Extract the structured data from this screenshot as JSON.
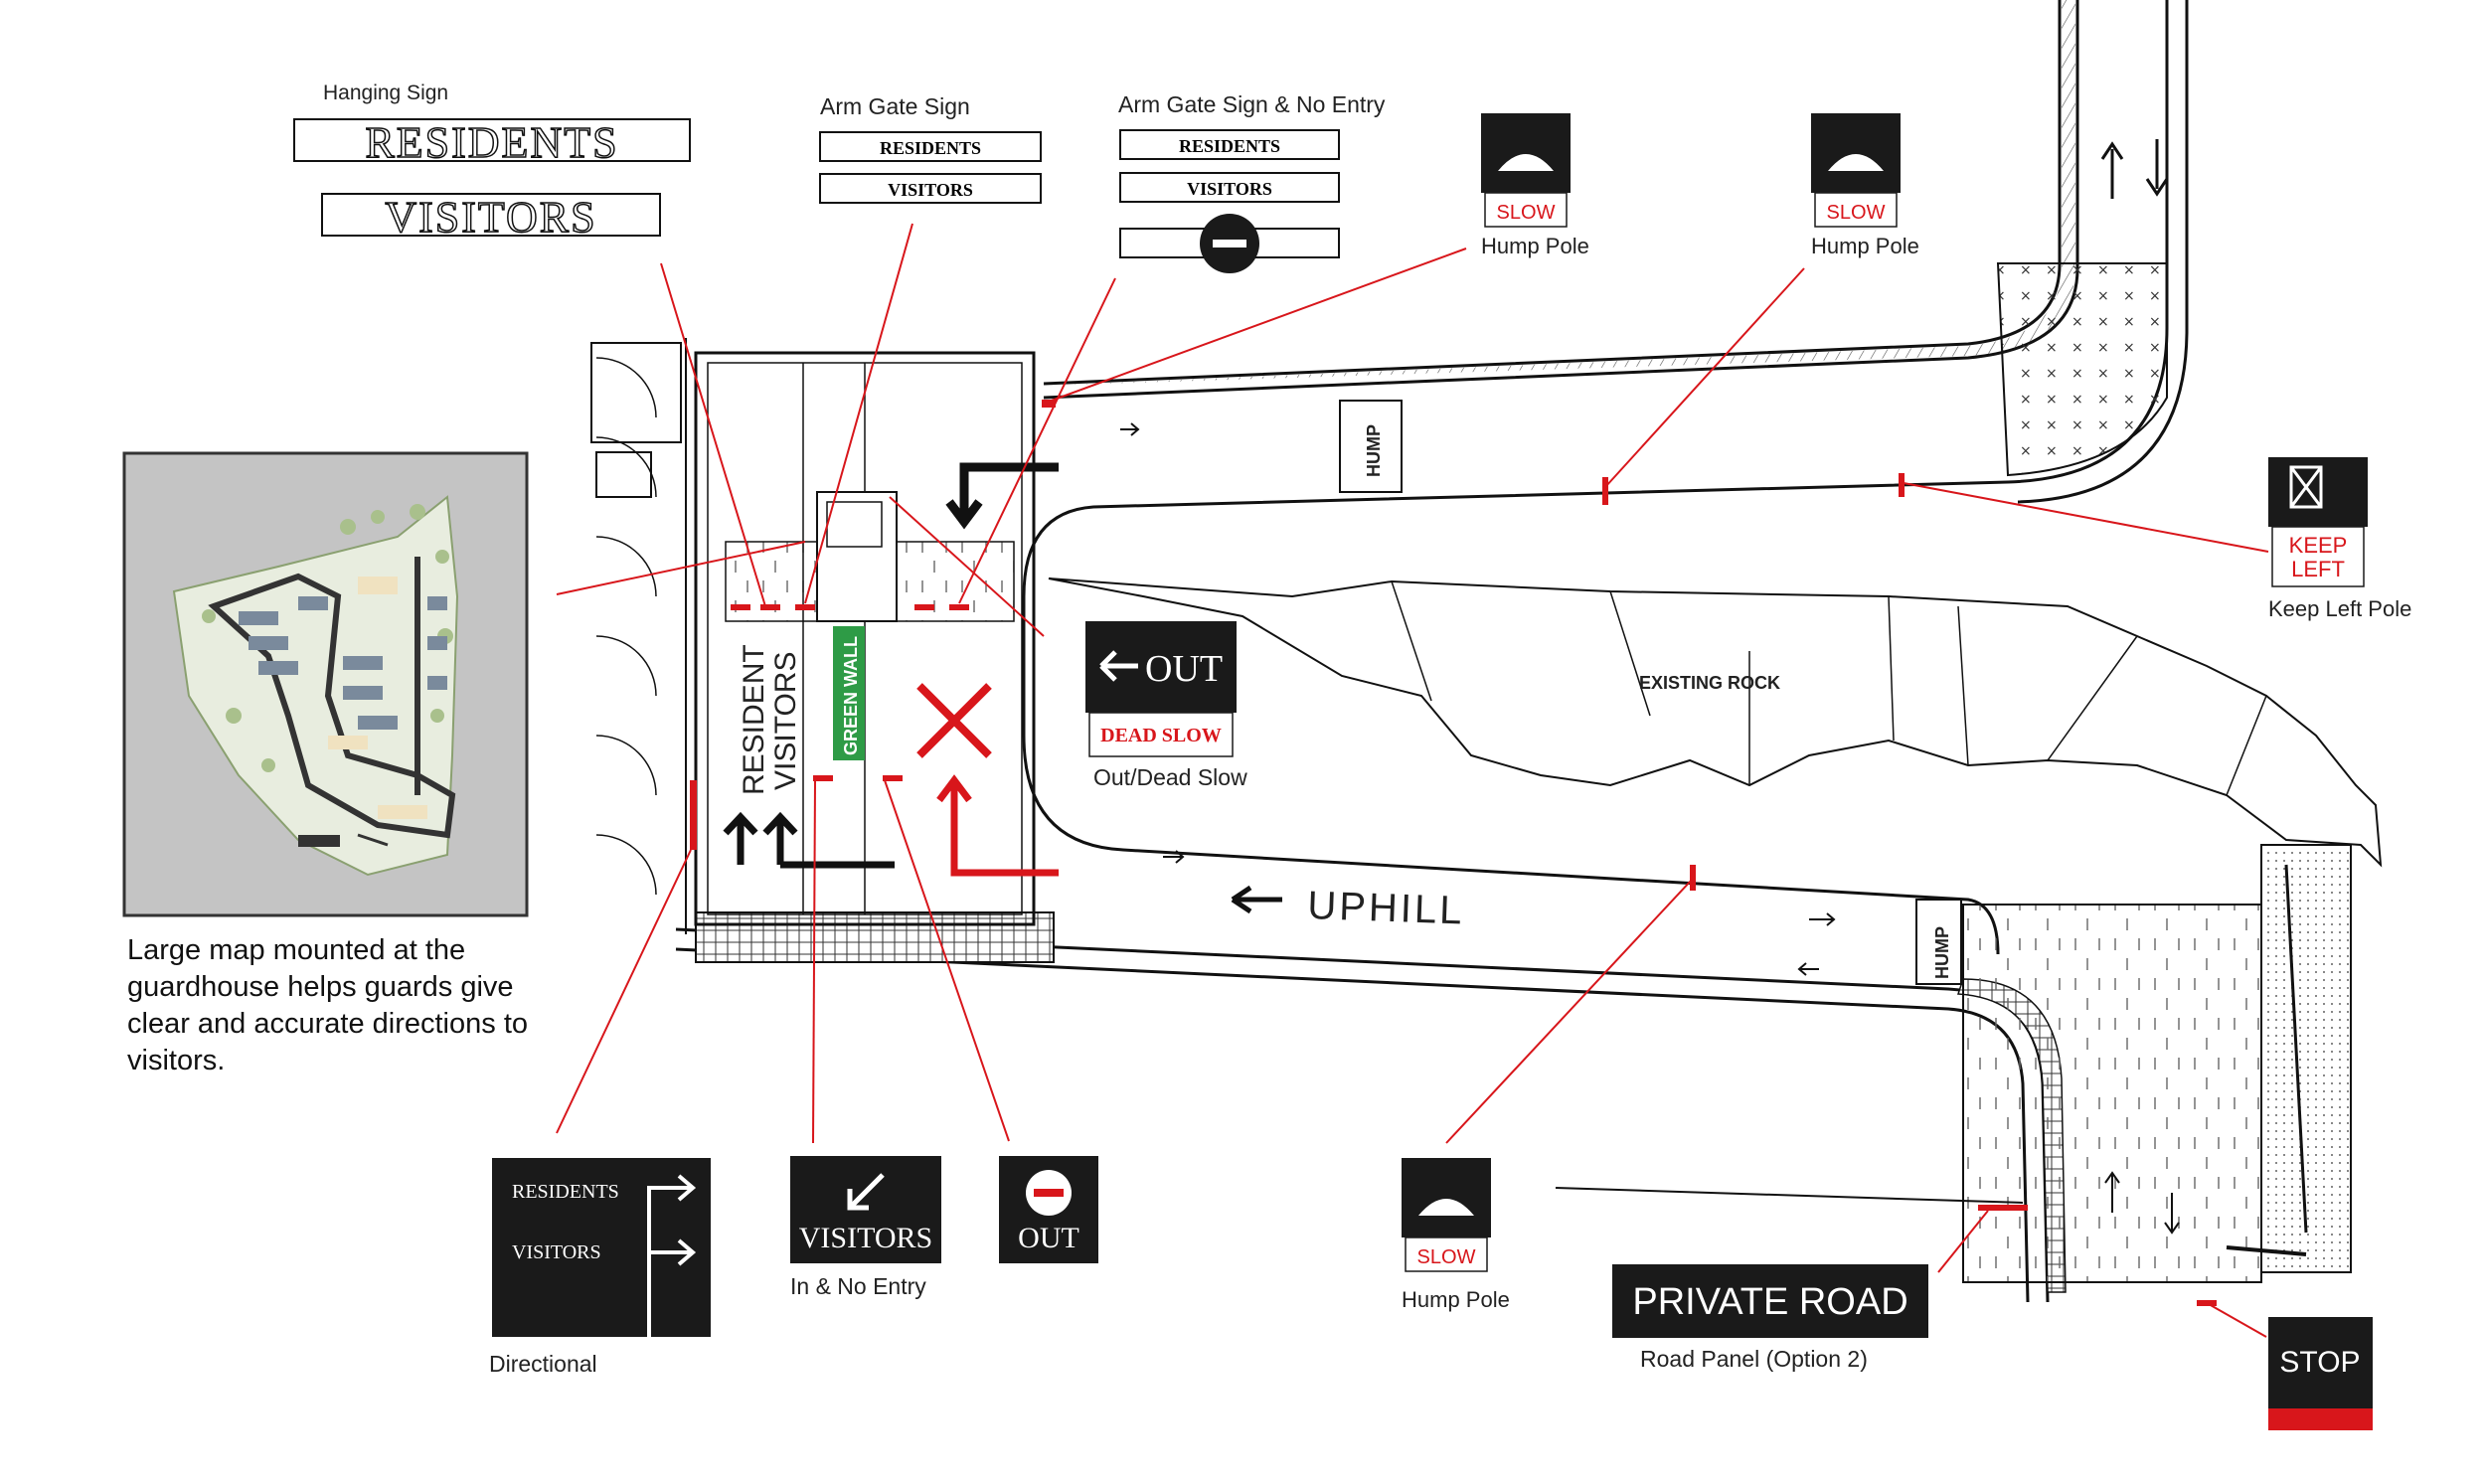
{
  "signs": {
    "hanging": {
      "caption": "Hanging Sign",
      "line1": "RESIDENTS",
      "line2": "VISITORS"
    },
    "arm_gate": {
      "caption": "Arm Gate Sign",
      "line1": "RESIDENTS",
      "line2": "VISITORS"
    },
    "arm_gate_no_entry": {
      "caption": "Arm Gate Sign & No Entry",
      "line1": "RESIDENTS",
      "line2": "VISITORS"
    },
    "hump_pole_1": {
      "word": "SLOW",
      "caption": "Hump Pole"
    },
    "hump_pole_2": {
      "word": "SLOW",
      "caption": "Hump Pole"
    },
    "hump_pole_3": {
      "word": "SLOW",
      "caption": "Hump Pole"
    },
    "keep_left": {
      "word": "KEEP\nLEFT",
      "line1": "KEEP",
      "line2": "LEFT",
      "caption": "Keep Left Pole"
    },
    "out_dead_slow": {
      "main": "OUT",
      "sub": "DEAD SLOW",
      "caption": "Out/Dead Slow"
    },
    "directional": {
      "line1": "RESIDENTS",
      "line2": "VISITORS",
      "caption": "Directional"
    },
    "visitors_in": {
      "main": "VISITORS",
      "caption": "In & No Entry"
    },
    "out_small": {
      "main": "OUT"
    },
    "private_road": {
      "main": "PRIVATE ROAD",
      "caption": "Road Panel (Option 2)"
    },
    "stop": {
      "main": "STOP"
    }
  },
  "map": {
    "caption": "Large map mounted at the guardhouse helps guards give clear and accurate directions to visitors."
  },
  "site": {
    "existing_rock": "EXISTING ROCK",
    "uphill": "UPHILL",
    "hump_top": "HUMP",
    "hump_bottom": "HUMP",
    "lane_resident": "RESIDENT",
    "lane_visitors": "VISITORS",
    "green_wall": "GREEN WALL"
  },
  "colors": {
    "accent_red": "#d8161b",
    "sign_black": "#1a1a1a",
    "green_wall": "#2e9b46"
  }
}
